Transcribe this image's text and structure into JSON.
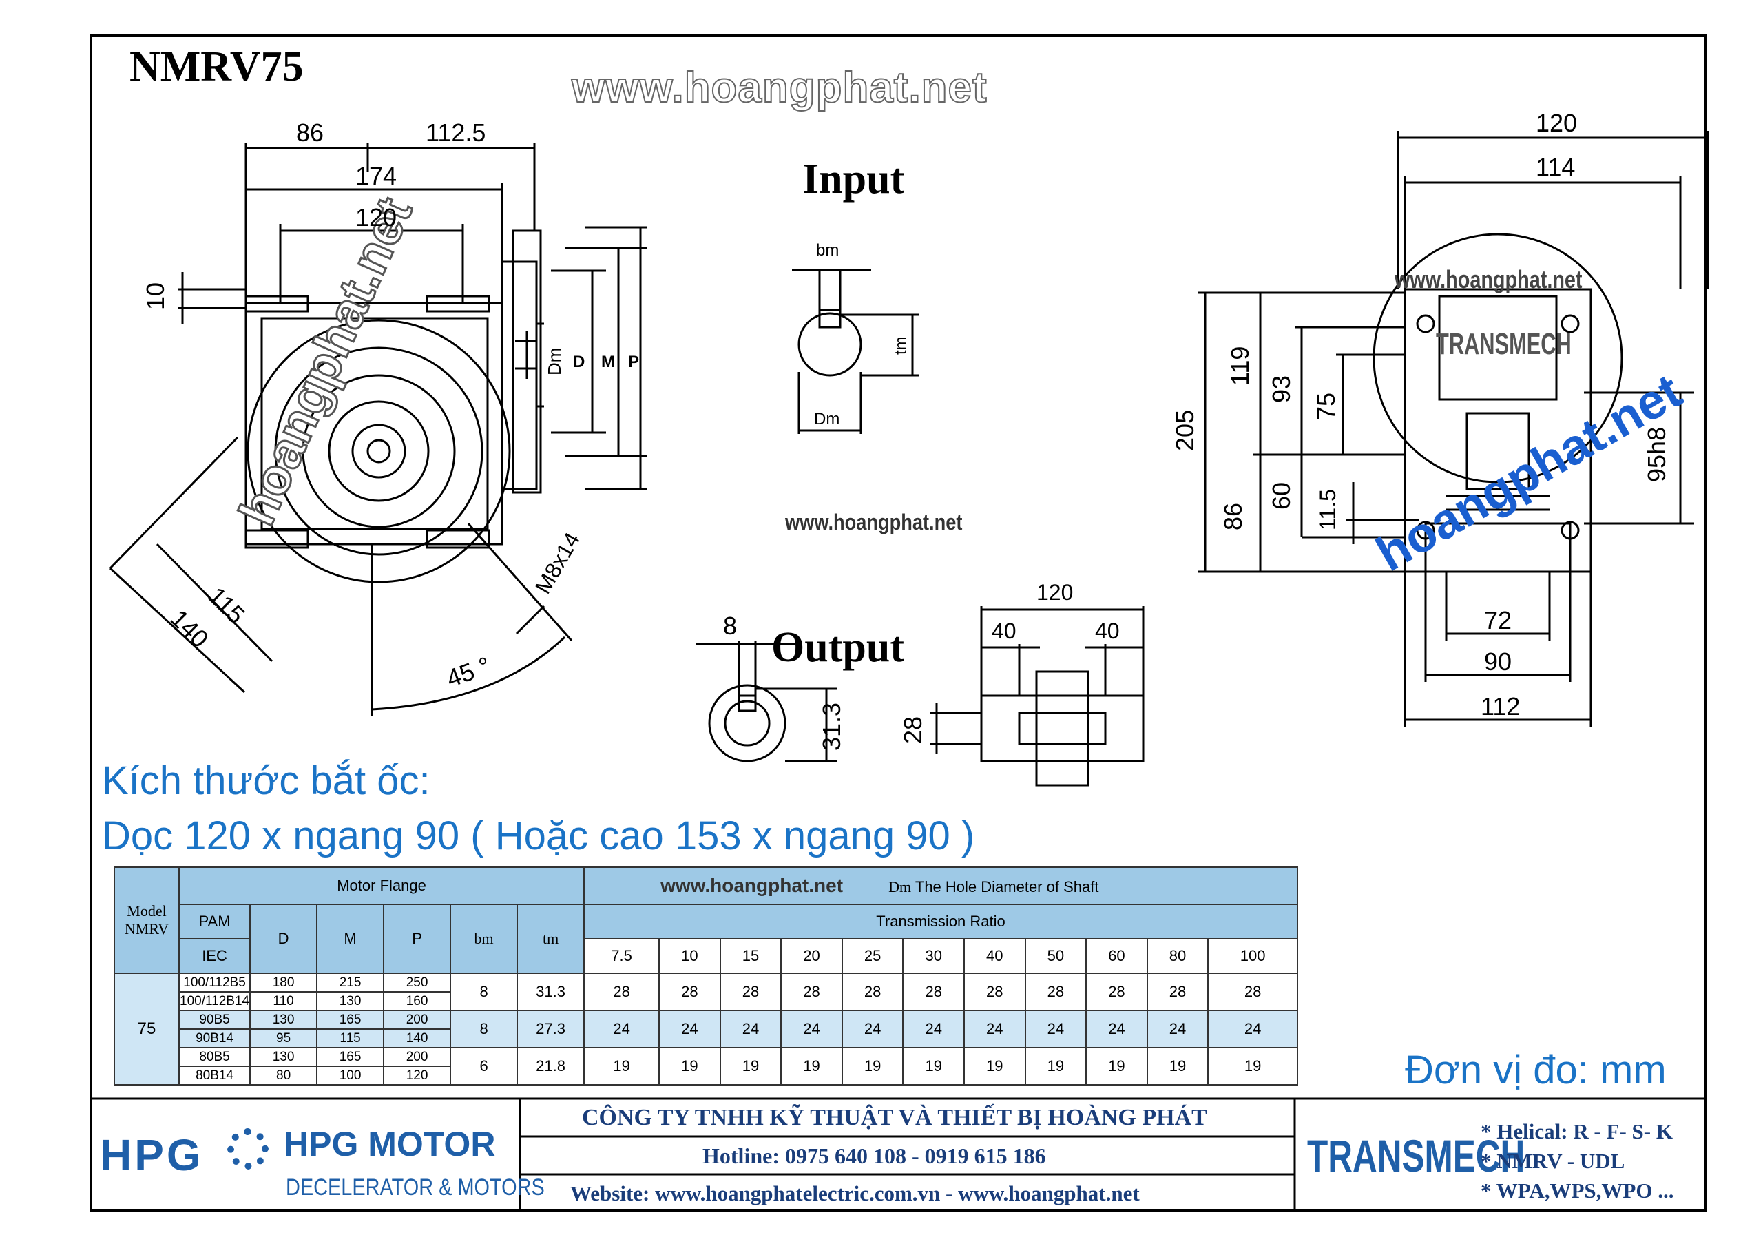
{
  "header": {
    "model_title": "NMRV75",
    "watermark": "www.hoangphat.net"
  },
  "labels": {
    "input": "Input",
    "output": "Output",
    "watermark_small": "www.hoangphat.net",
    "watermark_diag": "hoangphat.net",
    "watermark_top_right": "www.hoangphat.net",
    "brand_stamp": "TRANSMECH"
  },
  "dims_front": {
    "d86": "86",
    "d112_5": "112.5",
    "d174": "174",
    "d120": "120",
    "d10": "10",
    "d115": "115",
    "d140": "140",
    "angle": "45 °",
    "bolt": "M8x14",
    "dm": "Dm",
    "D": "D",
    "M": "M",
    "P": "P"
  },
  "dims_input": {
    "bm": "bm",
    "tm": "tm",
    "Dm": "Dm"
  },
  "dims_output": {
    "d8": "8",
    "d31_3": "31.3",
    "d28": "28",
    "d120": "120",
    "d40a": "40",
    "d40b": "40"
  },
  "dims_side": {
    "d120": "120",
    "d114": "114",
    "d205": "205",
    "d119": "119",
    "d93": "93",
    "d75": "75",
    "d86": "86",
    "d60": "60",
    "d11_5": "11.5",
    "d95h8": "95h8",
    "d72": "72",
    "d90": "90",
    "d112": "112"
  },
  "mount": {
    "line1": "Kích thước bắt ốc:",
    "line2": "Dọc 120 x ngang 90 ( Hoặc cao 153 x ngang 90 )"
  },
  "table": {
    "model_label": "Model NMRV",
    "motor_flange": "Motor Flange",
    "watermark": "www.hoangphat.net",
    "dm_note_a": "Dm",
    "dm_note_b": "The Hole Diameter of Shaft",
    "pam": "PAM",
    "iec": "IEC",
    "col_D": "D",
    "col_M": "M",
    "col_P": "P",
    "col_bm": "bm",
    "col_tm": "tm",
    "transmission_ratio": "Transmission Ratio",
    "ratios": [
      "7.5",
      "10",
      "15",
      "20",
      "25",
      "30",
      "40",
      "50",
      "60",
      "80",
      "100"
    ],
    "model_value": "75",
    "groups": [
      {
        "rows": [
          {
            "iec": "100/112B5",
            "D": "180",
            "M": "215",
            "P": "250"
          },
          {
            "iec": "100/112B14",
            "D": "110",
            "M": "130",
            "P": "160"
          }
        ],
        "bm": "8",
        "tm": "31.3",
        "dm": [
          "28",
          "28",
          "28",
          "28",
          "28",
          "28",
          "28",
          "28",
          "28",
          "28",
          "28"
        ]
      },
      {
        "rows": [
          {
            "iec": "90B5",
            "D": "130",
            "M": "165",
            "P": "200"
          },
          {
            "iec": "90B14",
            "D": "95",
            "M": "115",
            "P": "140"
          }
        ],
        "bm": "8",
        "tm": "27.3",
        "dm": [
          "24",
          "24",
          "24",
          "24",
          "24",
          "24",
          "24",
          "24",
          "24",
          "24",
          "24"
        ]
      },
      {
        "rows": [
          {
            "iec": "80B5",
            "D": "130",
            "M": "165",
            "P": "200"
          },
          {
            "iec": "80B14",
            "D": "80",
            "M": "100",
            "P": "120"
          }
        ],
        "bm": "6",
        "tm": "21.8",
        "dm": [
          "19",
          "19",
          "19",
          "19",
          "19",
          "19",
          "19",
          "19",
          "19",
          "19",
          "19"
        ]
      }
    ]
  },
  "unit_note": "Đơn vị đo: mm",
  "footer": {
    "logo": "HPG",
    "brand": "HPG MOTOR",
    "tagline": "DECELERATOR & MOTORS",
    "company": "CÔNG TY TNHH KỸ THUẬT VÀ THIẾT BỊ HOÀNG PHÁT",
    "hotline": "Hotline: 0975 640 108 - 0919 615 186",
    "website": "Website: www.hoangphatelectric.com.vn  -  www.hoangphat.net",
    "transmech": "TRANSMECH",
    "products": [
      "* Helical: R - F- S- K",
      "* NMRV - UDL",
      "* WPA,WPS,WPO ..."
    ]
  },
  "colors": {
    "accent_blue": "#1a73c6",
    "table_header": "#9ec9e6",
    "table_alt": "#cfe6f5",
    "footer_blue": "#1f5fa8"
  }
}
